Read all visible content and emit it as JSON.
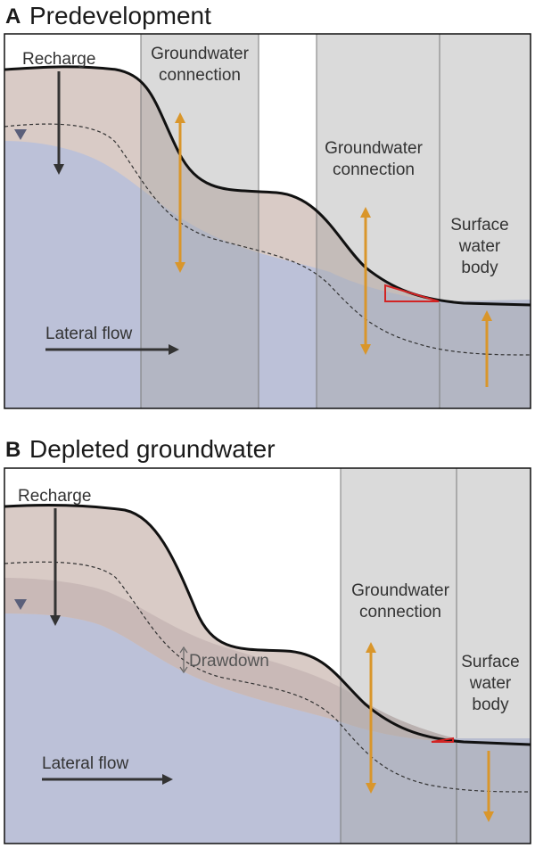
{
  "panel_a": {
    "letter": "A",
    "title": "Predevelopment",
    "recharge": "Recharge",
    "gw_connection_1": [
      "Groundwater",
      "connection"
    ],
    "gw_connection_2": [
      "Groundwater",
      "connection"
    ],
    "surface_water": [
      "Surface",
      "water",
      "body"
    ],
    "lateral_flow": "Lateral flow"
  },
  "panel_b": {
    "letter": "B",
    "title": "Depleted groundwater",
    "recharge": "Recharge",
    "gw_connection": [
      "Groundwater",
      "connection"
    ],
    "drawdown": "Drawdown",
    "surface_water": [
      "Surface",
      "water",
      "body"
    ],
    "lateral_flow": "Lateral flow"
  },
  "colors": {
    "aquifer_blue": "#bcc1d8",
    "unsaturated_tan": "#d9cbc6",
    "drawdown_band": "#c9b9b7",
    "connection_gray": "#dcdcdc",
    "arrow_orange": "#d9962b",
    "arrow_dark": "#333333",
    "wedge_red": "#d22424",
    "water_table_marker": "#5a5f7a"
  }
}
